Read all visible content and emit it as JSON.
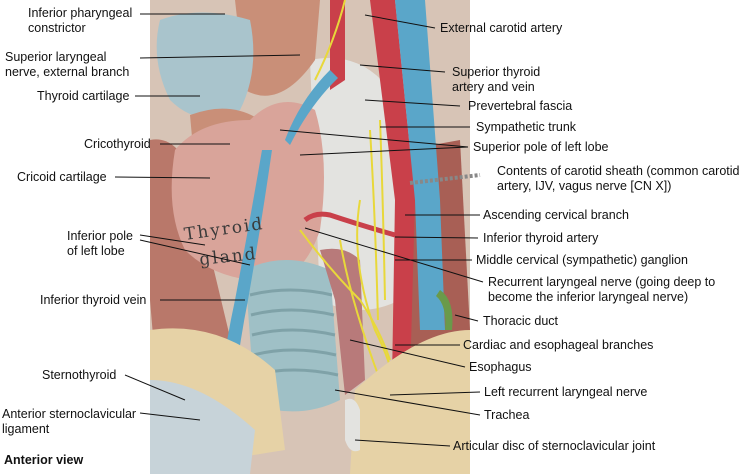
{
  "view_label": "Anterior view",
  "gland_label": {
    "line1": "Thyroid",
    "line2": "gland"
  },
  "left_labels": [
    "Inferior pharyngeal\nconstrictor",
    "Superior laryngeal\nnerve, external branch",
    "Thyroid cartilage",
    "Cricothyroid",
    "Cricoid cartilage",
    "Inferior pole\nof left lobe",
    "Inferior thyroid vein",
    "Sternothyroid",
    "Anterior sternoclavicular\nligament"
  ],
  "right_labels": [
    "External carotid artery",
    "Superior thyroid\nartery and vein",
    "Prevertebral fascia",
    "Sympathetic trunk",
    "Superior pole of left lobe",
    "Contents of carotid sheath (common carotid\nartery, IJV, vagus nerve [CN X])",
    "Ascending cervical branch",
    "Inferior thyroid artery",
    "Middle cervical (sympathetic) ganglion",
    "Recurrent laryngeal nerve (going deep to\nbecome the inferior laryngeal nerve)",
    "Thoracic duct",
    "Cardiac and esophageal branches",
    "Esophagus",
    "Left recurrent laryngeal nerve",
    "Trachea",
    "Articular disc of sternoclavicular joint"
  ],
  "colors": {
    "muscle": "#c98f78",
    "cartilage": "#a9c4cc",
    "thyroid": "#d9a49a",
    "artery": "#c9404a",
    "vein": "#5aa6c9",
    "nerve": "#e8d83a",
    "trachea": "#9fc0c6",
    "bone": "#e6d2a6",
    "fascia": "#e3e3e0"
  }
}
